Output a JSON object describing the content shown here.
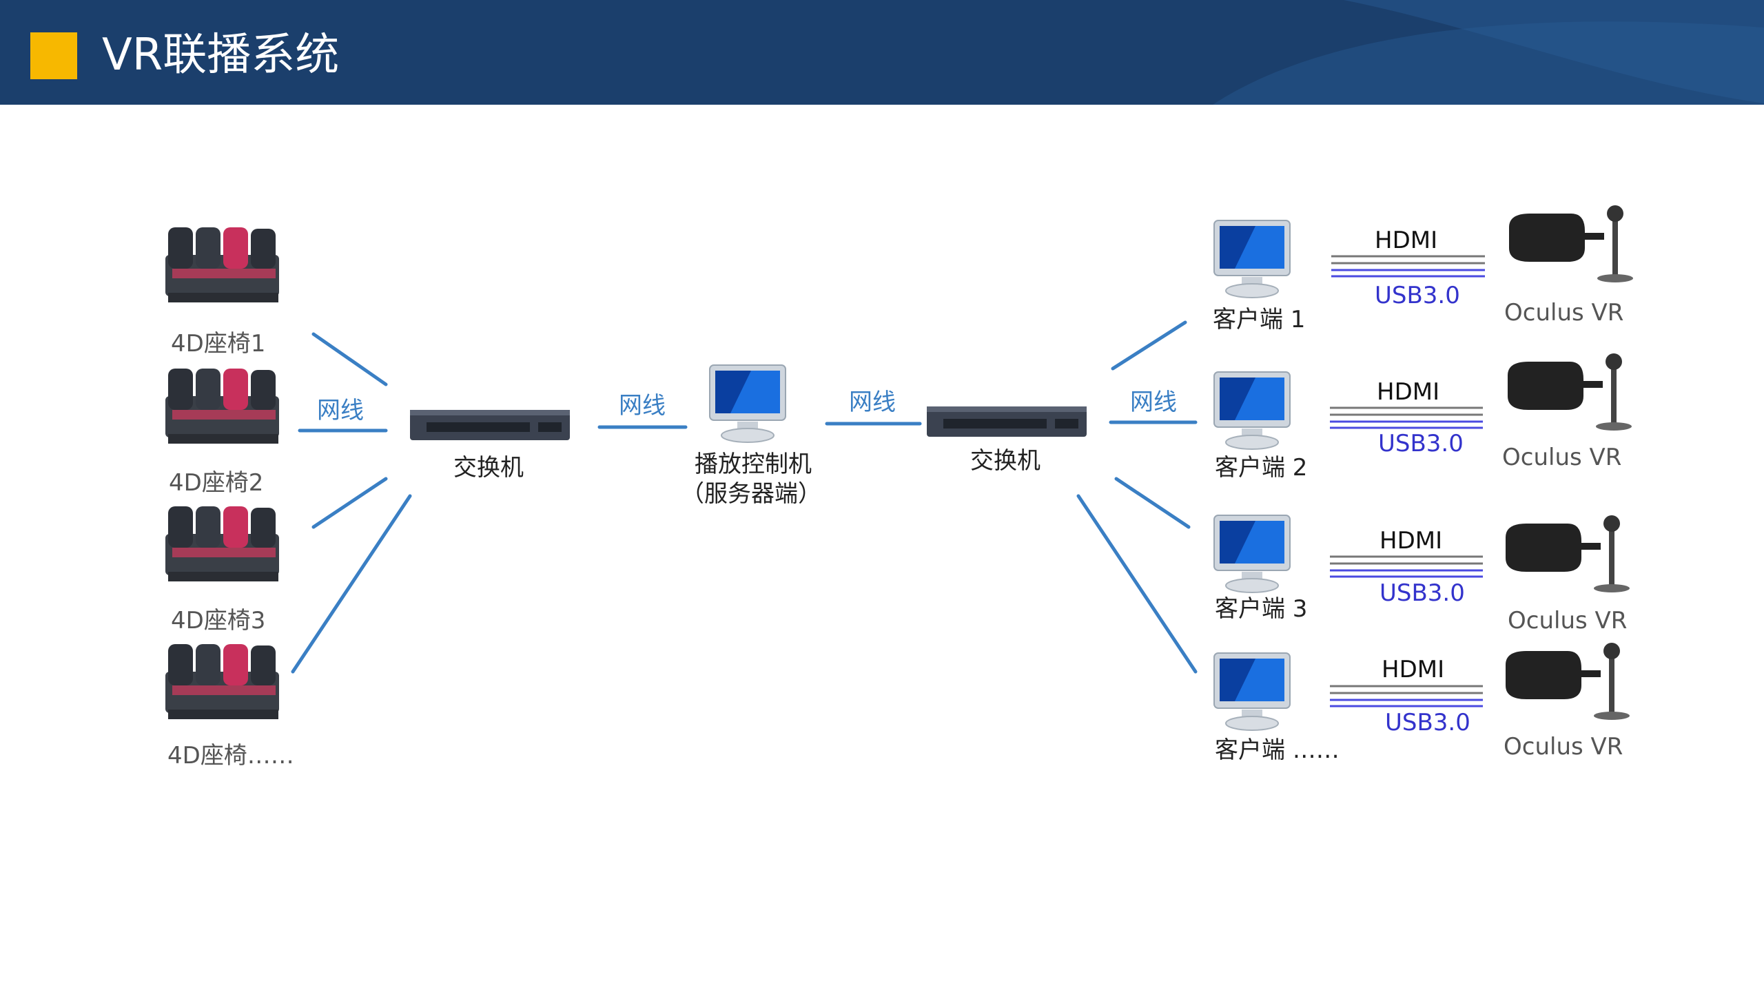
{
  "header": {
    "title": "VR联播系统"
  },
  "diagram": {
    "seats": [
      "4D座椅1",
      "4D座椅2",
      "4D座椅3",
      "4D座椅……"
    ],
    "switch_left_label": "交换机",
    "switch_right_label": "交换机",
    "server_label_line1": "播放控制机",
    "server_label_line2": "（服务器端）",
    "cable_labels": [
      "网线",
      "网线",
      "网线",
      "网线"
    ],
    "clients": [
      {
        "label": "客户端 1",
        "top_link": "HDMI",
        "bottom_link": "USB3.0",
        "device": "Oculus VR"
      },
      {
        "label": "客户端 2",
        "top_link": "HDMI",
        "bottom_link": "USB3.0",
        "device": "Oculus VR"
      },
      {
        "label": "客户端 3",
        "top_link": "HDMI",
        "bottom_link": "USB3.0",
        "device": "Oculus VR"
      },
      {
        "label": "客户端 ……",
        "top_link": "HDMI",
        "bottom_link": "USB3.0",
        "device": "Oculus VR"
      }
    ]
  },
  "colors": {
    "header_bg": "#1b3f6c",
    "accent_square": "#f7b800",
    "cable": "#3a7fc4",
    "usb_text": "#3333cc"
  }
}
